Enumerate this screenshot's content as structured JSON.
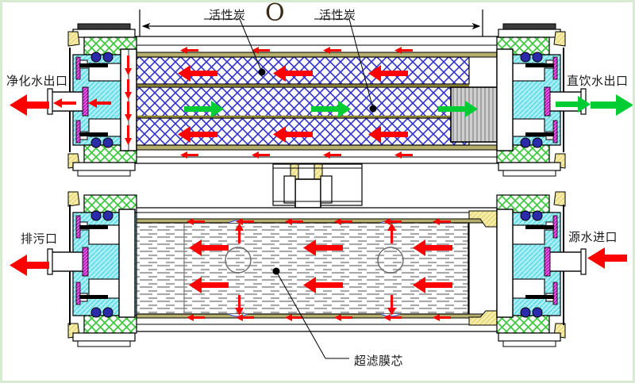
{
  "diagram": {
    "title_mark": "O",
    "background_color": "#ffffff",
    "frame_color": "#d8ead2",
    "flow_colors": {
      "raw_water_red": "#ff0000",
      "drinking_water_green": "#00cc33",
      "carbon_hatch_blue": "#3333cc",
      "membrane_gray": "#9a9a9a",
      "housing_cyan": "#7fe8ee",
      "gasket_yellow": "#f5e9a0",
      "mesh_green": "#66dd66",
      "seal_magenta": "#cc00cc",
      "oring_navy": "#2222aa"
    },
    "labels": {
      "carbon_left": "活性炭",
      "carbon_right": "活性炭",
      "purified_outlet": "净化水出口",
      "drinking_outlet": "直饮水出口",
      "drain_outlet": "排污口",
      "source_inlet": "源水进口",
      "uf_membrane": "超滤膜芯"
    },
    "callouts": [
      {
        "name": "carbon-left-callout",
        "label": "活性炭",
        "target": "upper activated carbon bed"
      },
      {
        "name": "carbon-right-callout",
        "label": "活性炭",
        "target": "upper activated carbon bed"
      },
      {
        "name": "uf-callout",
        "label": "超滤膜芯",
        "target": "lower ultrafiltration membrane cartridge"
      }
    ],
    "ports": [
      {
        "name": "purified-water-outlet",
        "label": "净化水出口",
        "side": "left",
        "chamber": "upper",
        "flow": "out",
        "arrow_color": "#ff0000"
      },
      {
        "name": "drinking-water-outlet",
        "label": "直饮水出口",
        "side": "right",
        "chamber": "upper",
        "flow": "out",
        "arrow_color": "#00cc33"
      },
      {
        "name": "drain-outlet",
        "label": "排污口",
        "side": "left",
        "chamber": "lower",
        "flow": "out",
        "arrow_color": "#ff0000"
      },
      {
        "name": "source-water-inlet",
        "label": "源水进口",
        "side": "right",
        "chamber": "lower",
        "flow": "in",
        "arrow_color": "#ff0000"
      }
    ],
    "dimension_line": {
      "name": "carbon-bed-length-dimension",
      "value": ""
    }
  }
}
